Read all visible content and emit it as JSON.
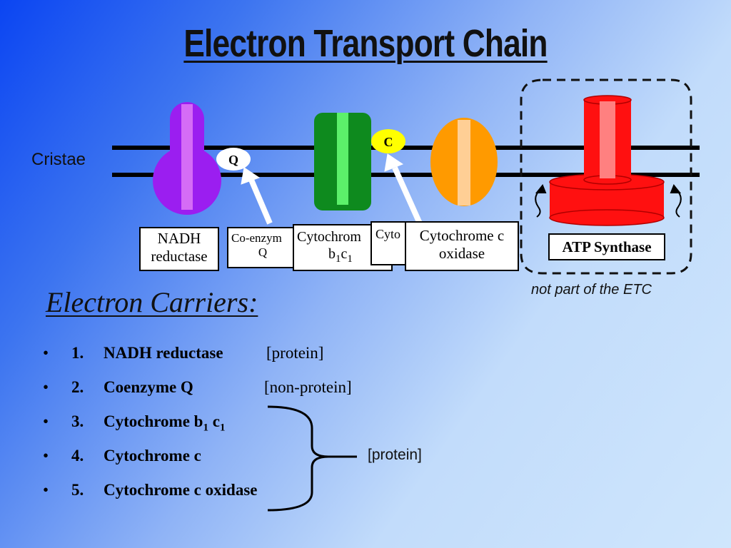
{
  "title": "Electron Transport Chain",
  "diagram": {
    "membrane_label": "Cristae",
    "q_badge": "Q",
    "c_badge": "C",
    "labels": {
      "nadh_line1": "NADH",
      "nadh_line2": "reductase",
      "coq_line1": "Co-enzym",
      "coq_line2": "Q",
      "cytbc_line1": "Cytochrom",
      "cytbc_line2_main": "b",
      "cytbc_sub1": "1",
      "cytbc_line2_c": "c",
      "cytbc_sub2": "1",
      "cytc_partial": "Cyto",
      "oxidase_line1": "Cytochrome c",
      "oxidase_line2": "oxidase",
      "atp": "ATP Synthase"
    },
    "not_part_note": "not part of the ETC",
    "colors": {
      "nadh": "#9b1ef0",
      "nadh_stripe": "#d56cf6",
      "cytbc": "#0e8a1e",
      "cytbc_stripe": "#5cf06a",
      "cytc_badge": "#ffff00",
      "oxidase": "#ff9a00",
      "oxidase_stripe": "#ffcf95",
      "atp": "#ff1010",
      "atp_stripe": "#ff8080"
    }
  },
  "carriers": {
    "heading": "Electron Carriers:",
    "items": [
      {
        "bullet": "•",
        "num": "1.",
        "name": "NADH reductase",
        "category": "[protein]"
      },
      {
        "bullet": "•",
        "num": "2.",
        "name": "Coenzyme Q",
        "category": "[non-protein]"
      },
      {
        "bullet": "•",
        "num": "3.",
        "name_main": "Cytochrome b",
        "sub1": "1",
        "name_c": " c",
        "sub2": "1"
      },
      {
        "bullet": "•",
        "num": "4.",
        "name": "Cytochrome c"
      },
      {
        "bullet": "•",
        "num": "5.",
        "name": "Cytochrome c oxidase"
      }
    ],
    "group_category": "[protein]"
  }
}
